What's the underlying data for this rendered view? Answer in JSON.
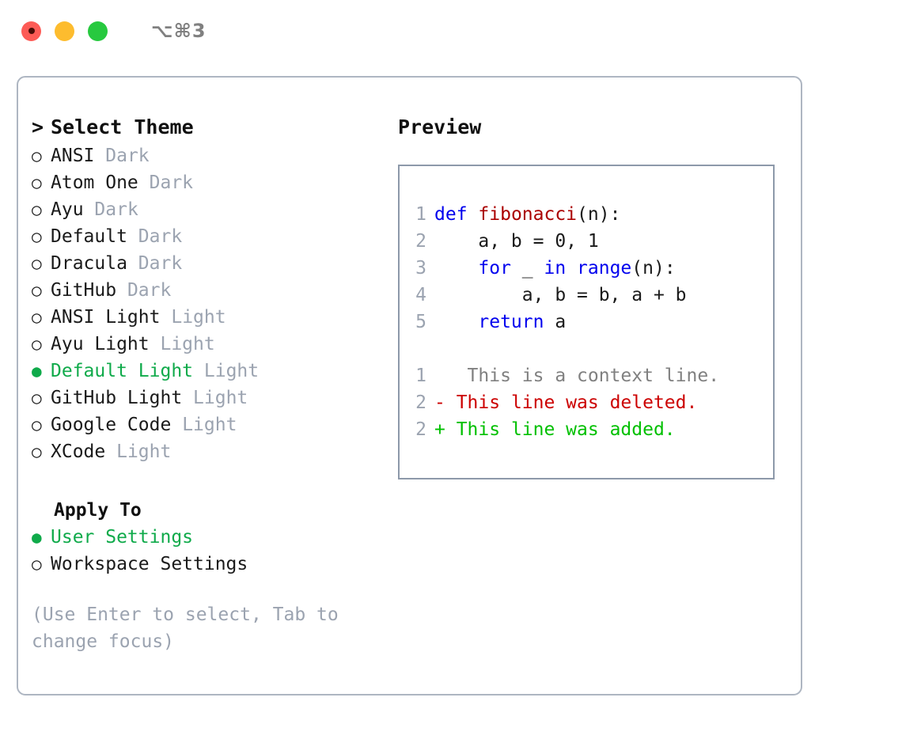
{
  "titlebar": {
    "shortcut": "⌥⌘3",
    "buttons": [
      {
        "name": "close",
        "color": "#fd5b56"
      },
      {
        "name": "minimize",
        "color": "#fdbc2e"
      },
      {
        "name": "maximize",
        "color": "#27c93f"
      }
    ]
  },
  "colors": {
    "selection_green": "#0faa4a",
    "muted": "#9ba3b0",
    "keyword_blue": "#0000ee",
    "function_red": "#aa0000",
    "diff_delete": "#cc0000",
    "diff_add": "#00c000",
    "border": "#aeb6c2",
    "preview_border": "#8d99aa"
  },
  "theme_list": {
    "header": "Select Theme",
    "caret": ">",
    "marker_selected": "●",
    "marker_unselected": "○",
    "items": [
      {
        "name": "ANSI",
        "mode": "Dark",
        "selected": false
      },
      {
        "name": "Atom One",
        "mode": "Dark",
        "selected": false
      },
      {
        "name": "Ayu",
        "mode": "Dark",
        "selected": false
      },
      {
        "name": "Default",
        "mode": "Dark",
        "selected": false
      },
      {
        "name": "Dracula",
        "mode": "Dark",
        "selected": false
      },
      {
        "name": "GitHub",
        "mode": "Dark",
        "selected": false
      },
      {
        "name": "ANSI Light",
        "mode": "Light",
        "selected": false
      },
      {
        "name": "Ayu Light",
        "mode": "Light",
        "selected": false
      },
      {
        "name": "Default Light",
        "mode": "Light",
        "selected": true
      },
      {
        "name": "GitHub Light",
        "mode": "Light",
        "selected": false
      },
      {
        "name": "Google Code",
        "mode": "Light",
        "selected": false
      },
      {
        "name": "XCode",
        "mode": "Light",
        "selected": false
      }
    ]
  },
  "apply_to": {
    "header": "Apply To",
    "items": [
      {
        "name": "User Settings",
        "selected": true
      },
      {
        "name": "Workspace Settings",
        "selected": false
      }
    ]
  },
  "hint": "(Use Enter to select, Tab to change focus)",
  "preview": {
    "title": "Preview",
    "code_lines": [
      {
        "no": "1",
        "tokens": [
          {
            "t": "def",
            "c": "kw"
          },
          {
            "t": " ",
            "c": "plain"
          },
          {
            "t": "fibonacci",
            "c": "fn"
          },
          {
            "t": "(n):",
            "c": "plain"
          }
        ]
      },
      {
        "no": "2",
        "tokens": [
          {
            "t": "    a, b = 0, 1",
            "c": "plain"
          }
        ]
      },
      {
        "no": "3",
        "tokens": [
          {
            "t": "    ",
            "c": "plain"
          },
          {
            "t": "for",
            "c": "kw"
          },
          {
            "t": " _ ",
            "c": "plain"
          },
          {
            "t": "in",
            "c": "kw"
          },
          {
            "t": " ",
            "c": "plain"
          },
          {
            "t": "range",
            "c": "kw"
          },
          {
            "t": "(n):",
            "c": "plain"
          }
        ]
      },
      {
        "no": "4",
        "tokens": [
          {
            "t": "        a, b = b, a + b",
            "c": "plain"
          }
        ]
      },
      {
        "no": "5",
        "tokens": [
          {
            "t": "    ",
            "c": "plain"
          },
          {
            "t": "return",
            "c": "kw"
          },
          {
            "t": " a",
            "c": "plain"
          }
        ]
      }
    ],
    "diff_lines": [
      {
        "no": "1",
        "sign": " ",
        "text": "  This is a context line.",
        "kind": "diff-ctx"
      },
      {
        "no": "2",
        "sign": "-",
        "text": " This line was deleted.",
        "kind": "diff-del"
      },
      {
        "no": "2",
        "sign": "+",
        "text": " This line was added.",
        "kind": "diff-add"
      }
    ]
  }
}
